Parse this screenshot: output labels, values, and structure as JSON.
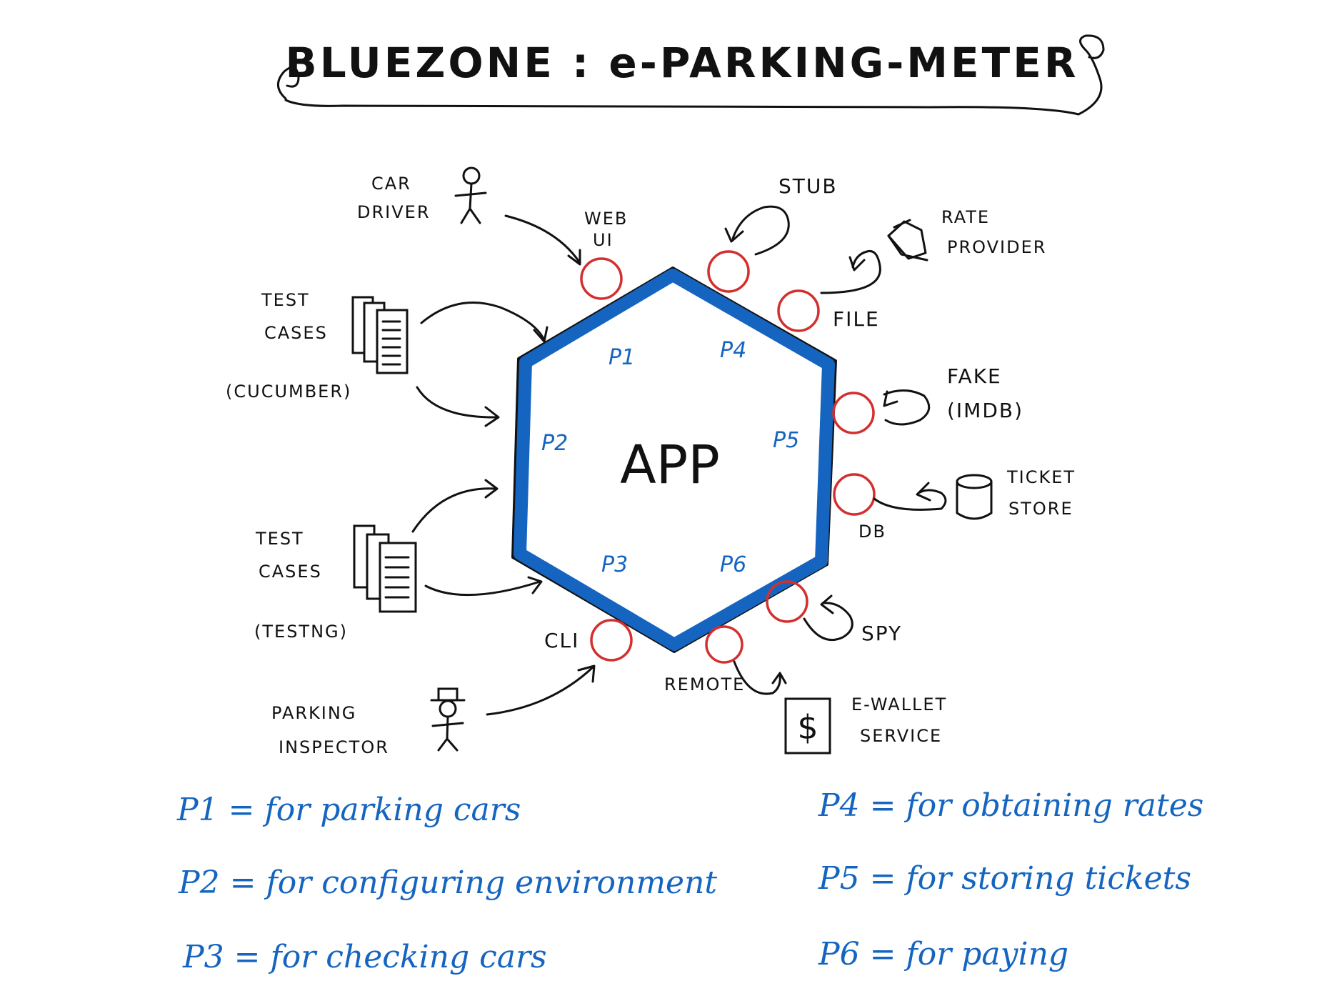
{
  "title": "BLUEZONE : e-PARKING-METER",
  "app_label": "APP",
  "colors": {
    "hexagon": "#1565c0",
    "ports": "#d32f2f",
    "ink": "#111111",
    "legend": "#1565c0"
  },
  "ports": [
    {
      "id": "p1",
      "label": "P1"
    },
    {
      "id": "p2",
      "label": "P2"
    },
    {
      "id": "p3",
      "label": "P3"
    },
    {
      "id": "p4",
      "label": "P4"
    },
    {
      "id": "p5",
      "label": "P5"
    },
    {
      "id": "p6",
      "label": "P6"
    }
  ],
  "adapters": {
    "web_ui": [
      "WEB",
      "UI"
    ],
    "cli": "CLI",
    "stub": "STUB",
    "file": "FILE",
    "fake": [
      "FAKE",
      "(IMDB)"
    ],
    "db": "DB",
    "spy": "SPY",
    "remote": "REMOTE"
  },
  "actors": {
    "car_driver": [
      "CAR",
      "DRIVER"
    ],
    "test_cases_cucumber": [
      "TEST",
      "CASES",
      "(CUCUMBER)"
    ],
    "test_cases_testng": [
      "TEST",
      "CASES",
      "(TESTNG)"
    ],
    "parking_inspector": [
      "PARKING",
      "INSPECTOR"
    ],
    "rate_provider": [
      "RATE",
      "PROVIDER"
    ],
    "ticket_store": [
      "TICKET",
      "STORE"
    ],
    "e_wallet": [
      "E-WALLET",
      "SERVICE"
    ]
  },
  "icons": {
    "car_driver": "stick-figure-icon",
    "parking_inspector": "stick-figure-hat-icon",
    "test_cases": "document-stack-icon",
    "rate_provider": "folder-icon",
    "ticket_store": "database-cylinder-icon",
    "e_wallet": "dollar-bill-icon"
  },
  "legend": [
    {
      "port": "P1",
      "text": "P1 = for parking cars"
    },
    {
      "port": "P2",
      "text": "P2 = for configuring environment"
    },
    {
      "port": "P3",
      "text": "P3 = for checking cars"
    },
    {
      "port": "P4",
      "text": "P4 = for obtaining rates"
    },
    {
      "port": "P5",
      "text": "P5 = for storing tickets"
    },
    {
      "port": "P6",
      "text": "P6 = for paying"
    }
  ]
}
